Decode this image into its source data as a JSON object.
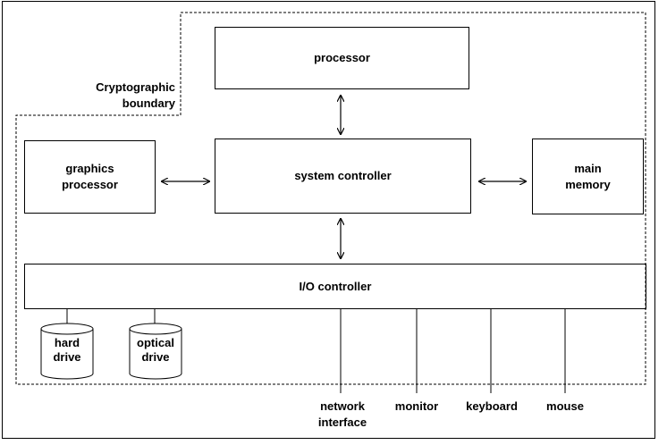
{
  "boundary": {
    "label": "Cryptographic\nboundary"
  },
  "components": {
    "processor": "processor",
    "graphics_processor": "graphics\nprocessor",
    "system_controller": "system controller",
    "main_memory": "main\nmemory",
    "io_controller": "I/O controller"
  },
  "drives": {
    "hard_drive": "hard\ndrive",
    "optical_drive": "optical\ndrive"
  },
  "ports": {
    "network_interface": "network\ninterface",
    "monitor": "monitor",
    "keyboard": "keyboard",
    "mouse": "mouse"
  }
}
